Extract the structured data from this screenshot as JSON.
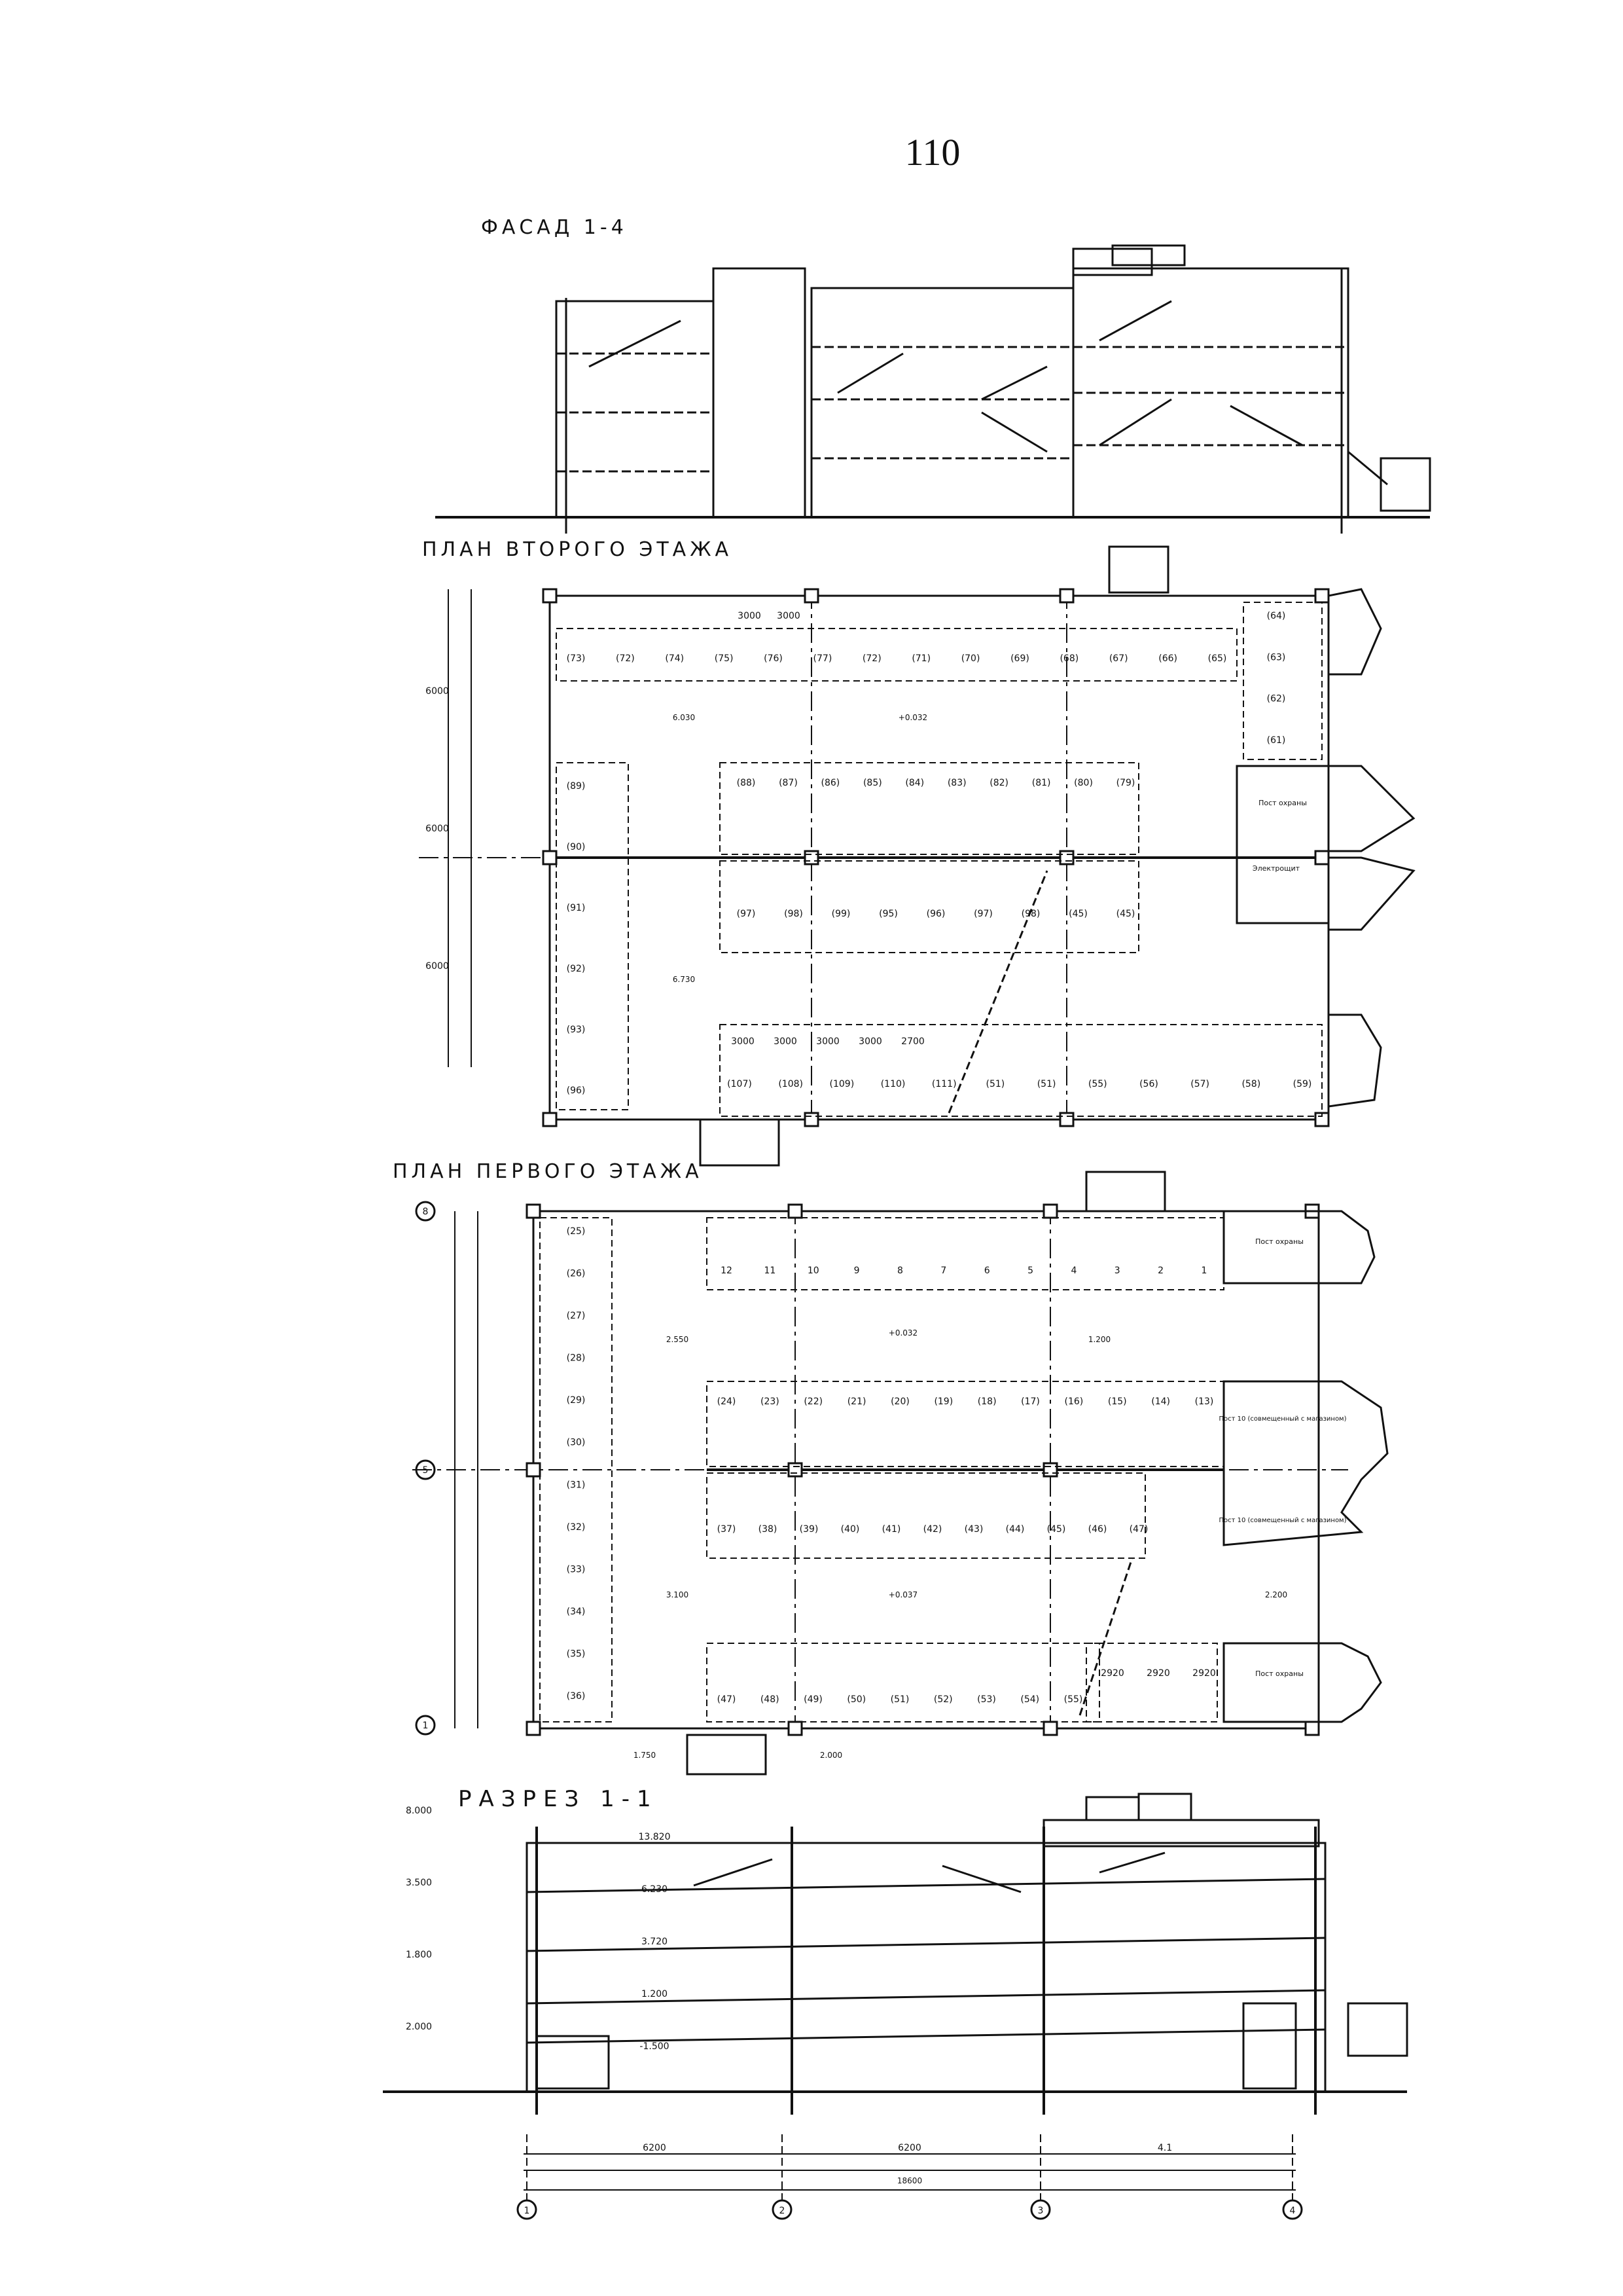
{
  "page_number": "110",
  "sections": {
    "facade_title": "ФАСАД 1-4",
    "second_floor_title": "ПЛАН ВТОРОГО ЭТАЖА",
    "first_floor_title": "ПЛАН ПЕРВОГО ЭТАЖА",
    "section_title": "РАЗРЕЗ 1-1"
  },
  "second_floor": {
    "spots_top": [
      "(73)",
      "(72)",
      "(74)",
      "(75)",
      "(76)",
      "(77)",
      "(72)",
      "(71)",
      "(70)",
      "(69)",
      "(68)",
      "(67)",
      "(66)",
      "(65)"
    ],
    "spots_mid_upper": [
      "(88)",
      "(87)",
      "(86)",
      "(85)",
      "(84)",
      "(83)",
      "(82)",
      "(81)",
      "(80)",
      "(79)"
    ],
    "spots_mid_lower": [
      "(97)",
      "(98)",
      "(99)",
      "(95)",
      "(96)",
      "(97)",
      "(98)",
      "(45)",
      "(45)"
    ],
    "spots_bottom": [
      "(107)",
      "(108)",
      "(109)",
      "(110)",
      "(111)",
      "(51)",
      "(51)",
      "(55)",
      "(56)",
      "(57)",
      "(58)",
      "(59)"
    ],
    "spots_left": [
      "(89)",
      "(90)",
      "(91)",
      "(92)",
      "(93)",
      "(96)"
    ],
    "spots_right": [
      "(64)",
      "(63)",
      "(62)",
      "(61)"
    ],
    "dims_top": [
      "3000",
      "3000"
    ],
    "dims_bottom": [
      "3000",
      "3000",
      "3000",
      "3000",
      "2700"
    ],
    "left_dims": [
      "6000",
      "6000",
      "6000"
    ],
    "levels": [
      "+0.032",
      "6.030",
      "6.730"
    ],
    "rooms": [
      "Пост охраны",
      "Электрощит"
    ]
  },
  "first_floor": {
    "axis_top": "8",
    "axis_mid": "5",
    "axis_bot": "1",
    "spots_top": [
      "12",
      "11",
      "10",
      "9",
      "8",
      "7",
      "6",
      "5",
      "4",
      "3",
      "2",
      "1"
    ],
    "spots_mid_upper": [
      "(24)",
      "(23)",
      "(22)",
      "(21)",
      "(20)",
      "(19)",
      "(18)",
      "(17)",
      "(16)",
      "(15)",
      "(14)",
      "(13)"
    ],
    "spots_mid_lower": [
      "(37)",
      "(38)",
      "(39)",
      "(40)",
      "(41)",
      "(42)",
      "(43)",
      "(44)",
      "(45)",
      "(46)",
      "(47)"
    ],
    "spots_bottom": [
      "(47)",
      "(48)",
      "(49)",
      "(50)",
      "(51)",
      "(52)",
      "(53)",
      "(54)",
      "(55)"
    ],
    "spots_left": [
      "(25)",
      "(26)",
      "(27)",
      "(28)",
      "(29)",
      "(30)",
      "(31)",
      "(32)",
      "(33)",
      "(34)",
      "(35)",
      "(36)"
    ],
    "dims_bottom": [
      "2920",
      "2920",
      "2920"
    ],
    "labels": [
      "1.750",
      "2.000",
      "2.550",
      "1.200",
      "3.100",
      "2.200",
      "1.750",
      "2.000"
    ],
    "levels": [
      "+0.032",
      "+0.037"
    ],
    "rooms": [
      "Пост охраны",
      "Пост 10 (совмещенный с магазином)",
      "Пост 10 (совмещенный с магазином)",
      "Пост охраны"
    ]
  },
  "section": {
    "elevations": [
      "8.000",
      "3.500",
      "1.800",
      "2.000"
    ],
    "floor_marks": [
      "13.820",
      "6.230",
      "3.720",
      "1.200",
      "-1.500"
    ],
    "dims": [
      "6200",
      "6200",
      "4.1"
    ],
    "total": "18600",
    "axes": [
      "1",
      "2",
      "3",
      "4"
    ]
  }
}
